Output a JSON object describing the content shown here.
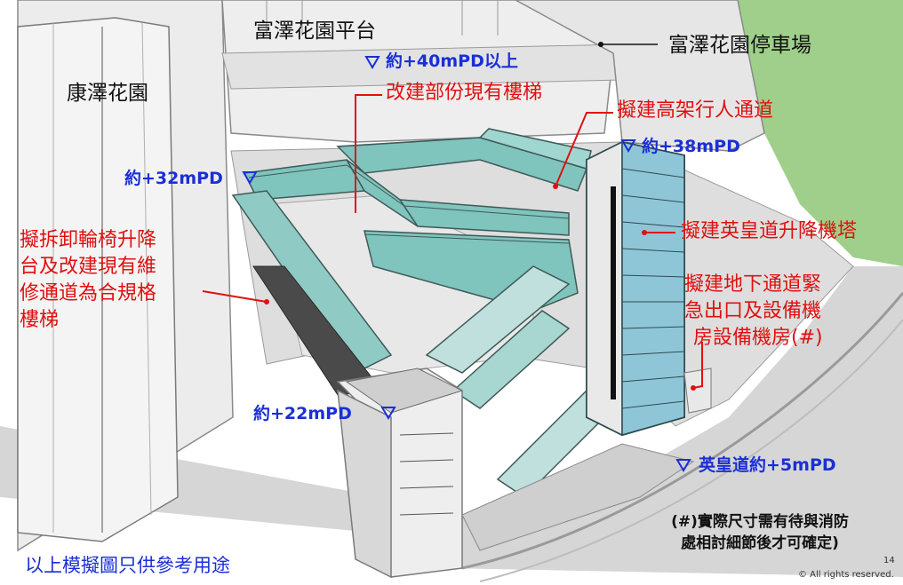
{
  "labels": {
    "kwong_garden": "康澤花園",
    "fu_platform": "富澤花園平台",
    "fu_carpark": "富澤花園停車場",
    "level_40": "約+40mPD以上",
    "modify_stairs": "改建部份現有樓梯",
    "proposed_walkway": "擬建高架行人通道",
    "level_38": "約+38mPD",
    "level_32": "約+32mPD",
    "proposed_lift_tower": "擬建英皇道升降機塔",
    "demolish_line1": "擬拆卸輪椅升降",
    "demolish_line2": "台及改建現有維",
    "demolish_line3": "修通道為合規格",
    "demolish_line4": "樓梯",
    "subway_line1": "擬建地下通道緊",
    "subway_line2": "急出口及設備機",
    "subway_line3": "房設備機房(#)",
    "level_22": "約+22mPD",
    "level_5": "英皇道約+5mPD",
    "note_line1": "(#)實際尺寸需有待與消防",
    "note_line2": "處相討細節後才可確定)",
    "disclaimer": "以上模擬圖只供參考用途",
    "page_number": "14",
    "copyright": "© All rights reserved."
  },
  "icons": {
    "level_marker": "inverted-triangle",
    "callout_dot": "dot"
  },
  "colors": {
    "annotation_red": "#e01010",
    "level_blue": "#1a2fd6",
    "slope_green": "#9fcf8a",
    "glass_teal": "#7fc4bd"
  }
}
